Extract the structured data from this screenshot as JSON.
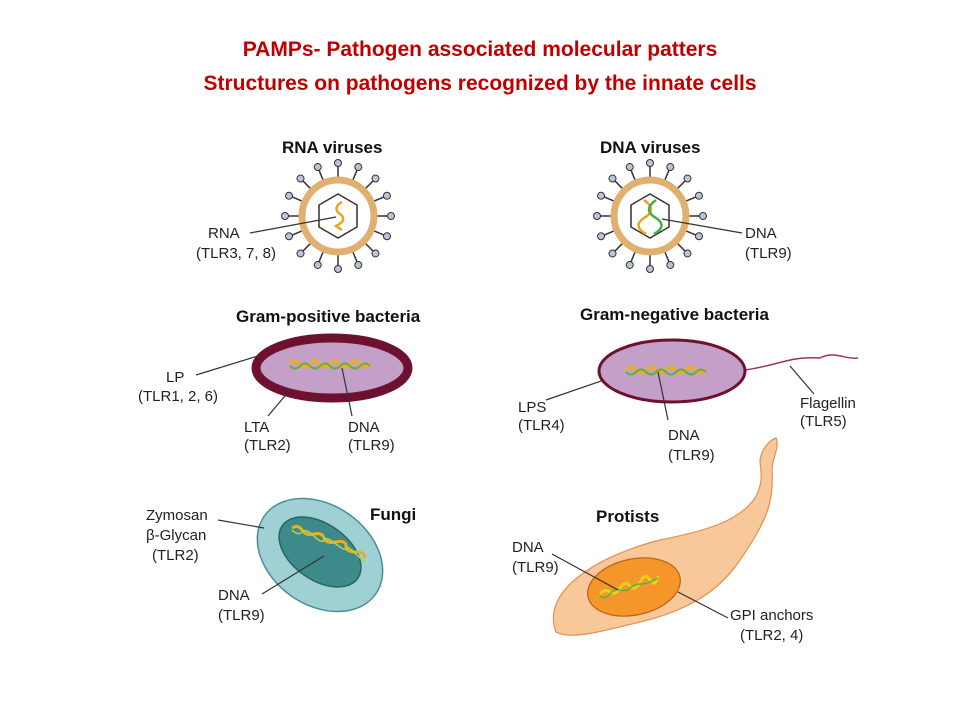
{
  "title": {
    "line1": "PAMPs- Pathogen associated molecular patters",
    "line2": "Structures on pathogens recognized by the innate cells"
  },
  "panels": {
    "rna_virus": {
      "heading": "RNA viruses",
      "label_line1": "RNA",
      "label_line2": "(TLR3, 7, 8)"
    },
    "dna_virus": {
      "heading": "DNA viruses",
      "label_line1": "DNA",
      "label_line2": "(TLR9)"
    },
    "gram_pos": {
      "heading": "Gram-positive bacteria",
      "lp_line1": "LP",
      "lp_line2": "(TLR1, 2, 6)",
      "lta_line1": "LTA",
      "lta_line2": "(TLR2)",
      "dna_line1": "DNA",
      "dna_line2": "(TLR9)"
    },
    "gram_neg": {
      "heading": "Gram-negative bacteria",
      "lps_line1": "LPS",
      "lps_line2": "(TLR4)",
      "dna_line1": "DNA",
      "dna_line2": "(TLR9)",
      "flag_line1": "Flagellin",
      "flag_line2": "(TLR5)"
    },
    "fungi": {
      "heading": "Fungi",
      "zym_line1": "Zymosan",
      "zym_line2": "β-Glycan",
      "zym_line3": "(TLR2)",
      "dna_line1": "DNA",
      "dna_line2": "(TLR9)"
    },
    "protists": {
      "heading": "Protists",
      "dna_line1": "DNA",
      "dna_line2": "(TLR9)",
      "gpi_line1": "GPI anchors",
      "gpi_line2": "(TLR2, 4)"
    }
  },
  "colors": {
    "title": "#c00000",
    "virus_envelope": "#e0b070",
    "spike_knob": "#b8c4d8",
    "gram_pos_wall": "#6e1030",
    "bacteria_body": "#c4a0c8",
    "fungi_outer": "#9fd0d4",
    "fungi_inner": "#3d8a8a",
    "protist_body": "#f8c89a",
    "protist_nucleus": "#f5962a"
  }
}
